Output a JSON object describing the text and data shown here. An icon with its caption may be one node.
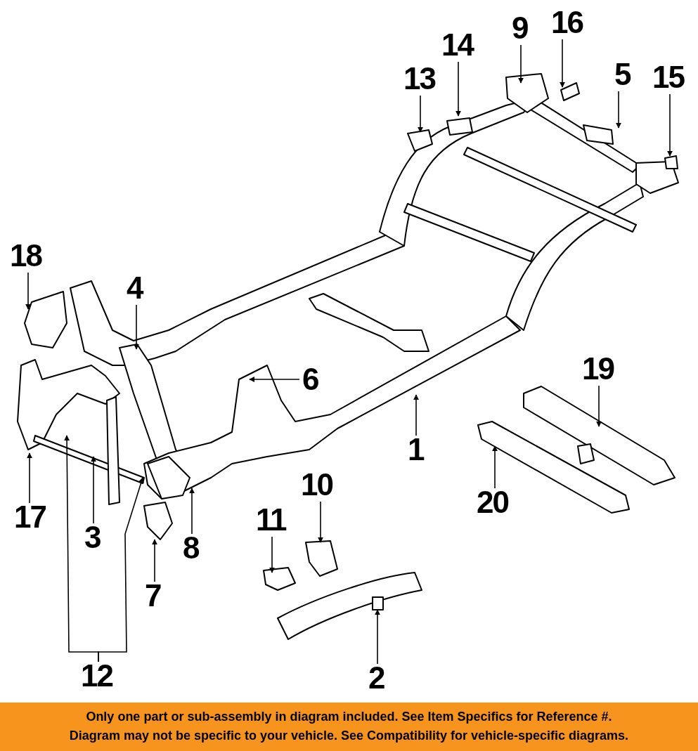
{
  "diagram": {
    "caption": "Only one part or sub-assembly in diagram included. See Item Specifics for Reference #. Diagram may not be specific to your vehicle. See Compatibility for vehicle-specific diagrams.",
    "nodes": [
      {
        "text": [
          "16"
        ]
      },
      {
        "text": [
          "9"
        ]
      },
      {
        "text": [
          "14"
        ]
      },
      {
        "text": [
          "5"
        ]
      },
      {
        "text": [
          "15"
        ]
      },
      {
        "text": [
          "13"
        ]
      },
      {
        "text": [
          "18"
        ]
      },
      {
        "text": [
          "4"
        ]
      },
      {
        "text": [
          "6"
        ]
      },
      {
        "text": [
          "19"
        ]
      },
      {
        "text": [
          "1"
        ]
      },
      {
        "text": [
          "10"
        ]
      },
      {
        "text": [
          "20"
        ]
      },
      {
        "text": [
          "17"
        ]
      },
      {
        "text": [
          "11"
        ]
      },
      {
        "text": [
          "3"
        ]
      },
      {
        "text": [
          "8"
        ]
      },
      {
        "text": [
          "7"
        ]
      },
      {
        "text": [
          "12"
        ]
      },
      {
        "text": [
          "2"
        ]
      }
    ],
    "edges": [
      {
        "from": 0,
        "to": null,
        "arrow": "to"
      },
      {
        "from": 1,
        "to": null,
        "arrow": "to"
      },
      {
        "from": 2,
        "to": null,
        "arrow": "to"
      },
      {
        "from": 3,
        "to": null,
        "arrow": "to"
      },
      {
        "from": 4,
        "to": null,
        "arrow": "to"
      },
      {
        "from": 5,
        "to": null,
        "arrow": "to"
      },
      {
        "from": 6,
        "to": null,
        "arrow": "to"
      },
      {
        "from": 7,
        "to": null,
        "arrow": "to"
      },
      {
        "from": 8,
        "to": null,
        "arrow": "to"
      },
      {
        "from": 9,
        "to": null,
        "arrow": "to"
      },
      {
        "from": 10,
        "to": null,
        "arrow": "to"
      },
      {
        "from": 11,
        "to": null,
        "arrow": "to"
      },
      {
        "from": 12,
        "to": null,
        "arrow": "to"
      },
      {
        "from": 13,
        "to": null,
        "arrow": "to"
      },
      {
        "from": 14,
        "to": null,
        "arrow": "to"
      },
      {
        "from": 15,
        "to": null,
        "arrow": "to"
      },
      {
        "from": 16,
        "to": null,
        "arrow": "to"
      },
      {
        "from": 17,
        "to": null,
        "arrow": "to"
      },
      {
        "from": 18,
        "to": null,
        "arrow": "to"
      },
      {
        "from": 18,
        "to": null,
        "arrow": "to"
      },
      {
        "from": 19,
        "to": null,
        "arrow": "to"
      }
    ]
  }
}
